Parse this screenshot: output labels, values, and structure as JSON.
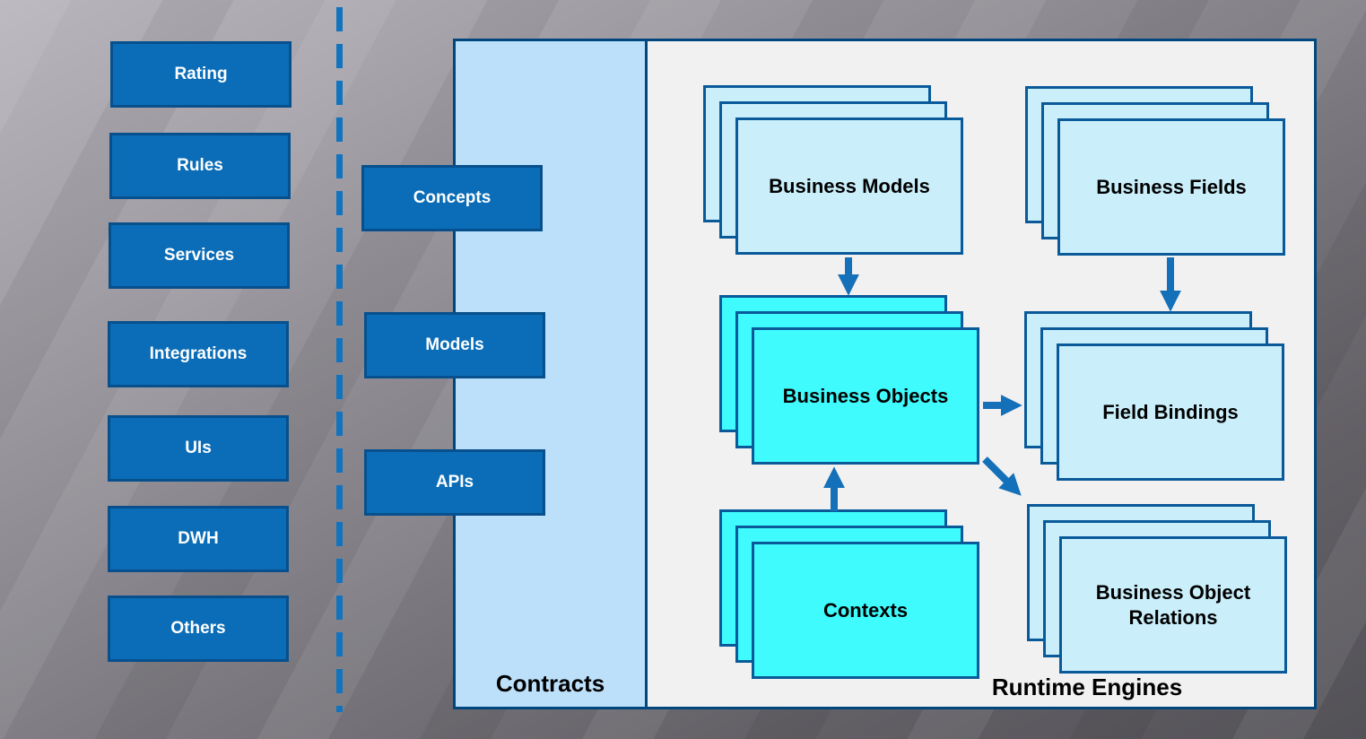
{
  "diagram": {
    "kind": "architecture-diagram",
    "colors": {
      "dark_blue_box": "#0b6db7",
      "dark_blue_border": "#07508d",
      "contracts_panel_fill": "#bce0fa",
      "runtime_panel_fill": "#f1f1f2",
      "panel_border": "#00477e",
      "light_card_fill": "#caeffb",
      "cyan_card_fill": "#3ffbfd",
      "card_border": "#0a5a9a",
      "arrow": "#1470b8",
      "separator": "#1273be"
    }
  },
  "left_column": {
    "items": [
      {
        "label": "Rating"
      },
      {
        "label": "Rules"
      },
      {
        "label": "Services"
      },
      {
        "label": "Integrations"
      },
      {
        "label": "UIs"
      },
      {
        "label": "DWH"
      },
      {
        "label": "Others"
      }
    ]
  },
  "contracts_panel": {
    "title": "Contracts",
    "boxes": [
      {
        "label": "Concepts"
      },
      {
        "label": "Models"
      },
      {
        "label": "APIs"
      }
    ]
  },
  "runtime_panel": {
    "title": "Runtime Engines",
    "stacks": [
      {
        "id": "business-models",
        "label": "Business Models",
        "variant": "light"
      },
      {
        "id": "business-fields",
        "label": "Business Fields",
        "variant": "light"
      },
      {
        "id": "business-objects",
        "label": "Business Objects",
        "variant": "cyan"
      },
      {
        "id": "field-bindings",
        "label": "Field Bindings",
        "variant": "light"
      },
      {
        "id": "contexts",
        "label": "Contexts",
        "variant": "cyan"
      },
      {
        "id": "business-object-relations",
        "label": "Business Object Relations",
        "variant": "light"
      }
    ],
    "connections": [
      {
        "from": "Business Models",
        "to": "Business Objects",
        "direction": "down"
      },
      {
        "from": "Business Fields",
        "to": "Field Bindings",
        "direction": "down"
      },
      {
        "from": "Business Objects",
        "to": "Field Bindings",
        "direction": "right"
      },
      {
        "from": "Contexts",
        "to": "Business Objects",
        "direction": "up"
      },
      {
        "from": "Business Objects",
        "to": "Business Object Relations",
        "direction": "down-right"
      }
    ]
  }
}
